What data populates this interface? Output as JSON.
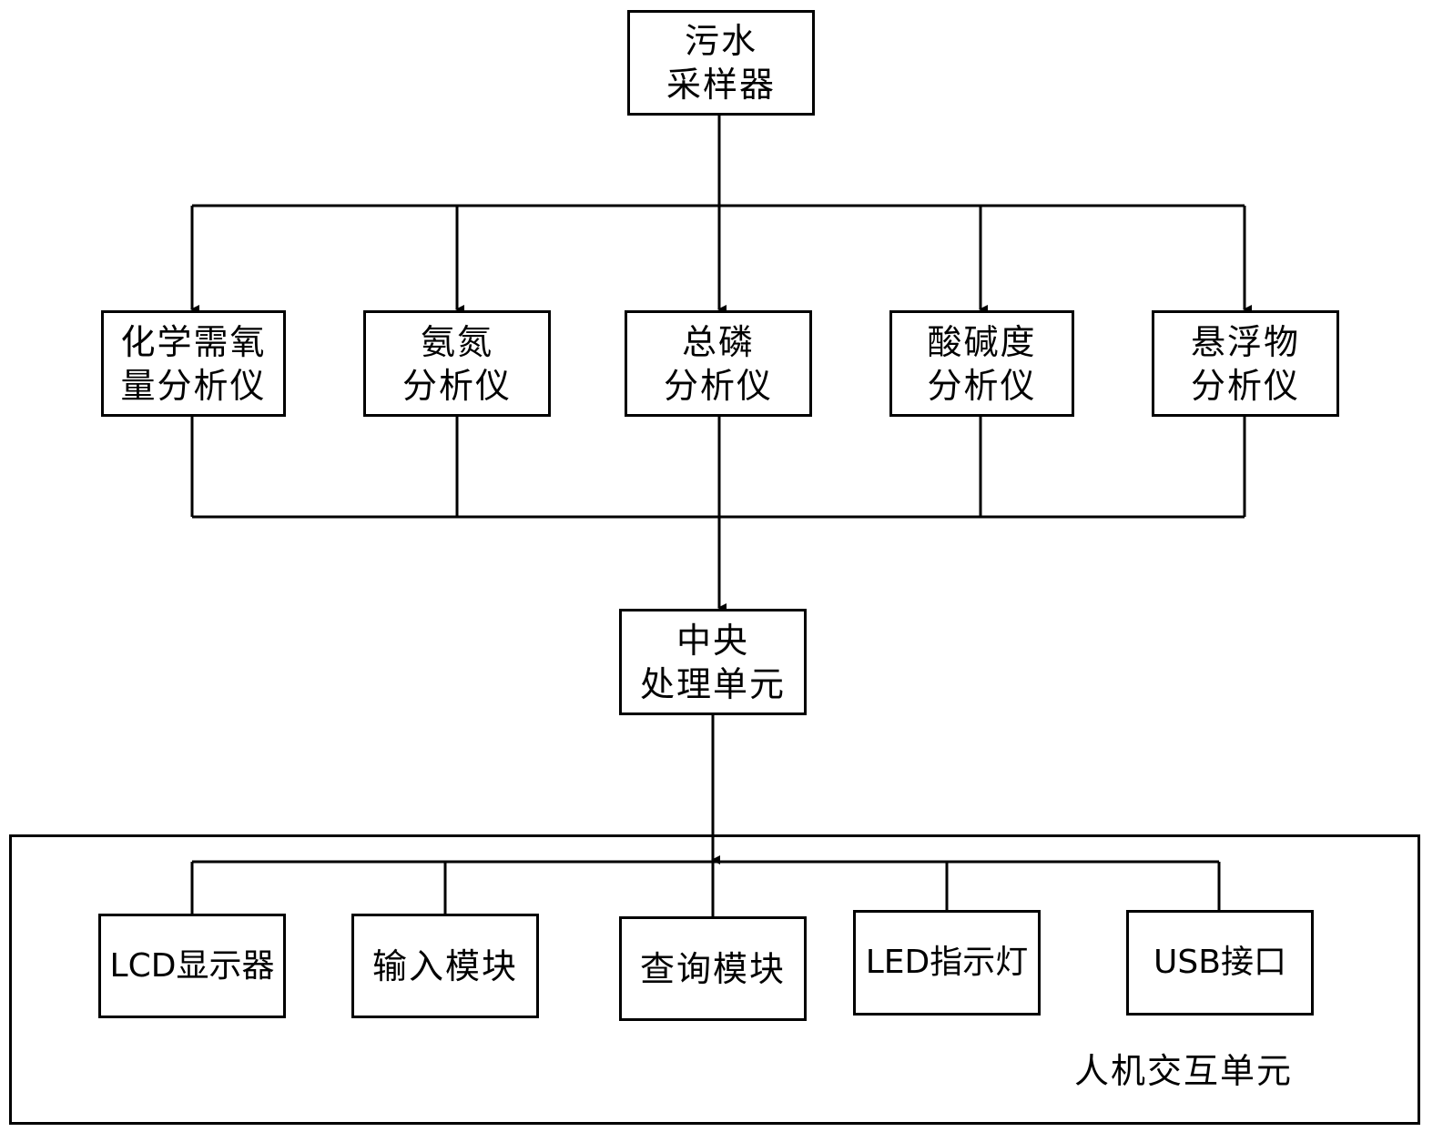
{
  "sampler": {
    "line1": "污水",
    "line2": "采样器"
  },
  "analyzers": [
    {
      "line1": "化学需氧",
      "line2": "量分析仪"
    },
    {
      "line1": "氨氮",
      "line2": "分析仪"
    },
    {
      "line1": "总磷",
      "line2": "分析仪"
    },
    {
      "line1": "酸碱度",
      "line2": "分析仪"
    },
    {
      "line1": "悬浮物",
      "line2": "分析仪"
    }
  ],
  "cpu": {
    "line1": "中央",
    "line2": "处理单元"
  },
  "hmi": {
    "label": "人机交互单元",
    "modules": [
      "LCD显示器",
      "输入模块",
      "查询模块",
      "LED指示灯",
      "USB接口"
    ]
  }
}
